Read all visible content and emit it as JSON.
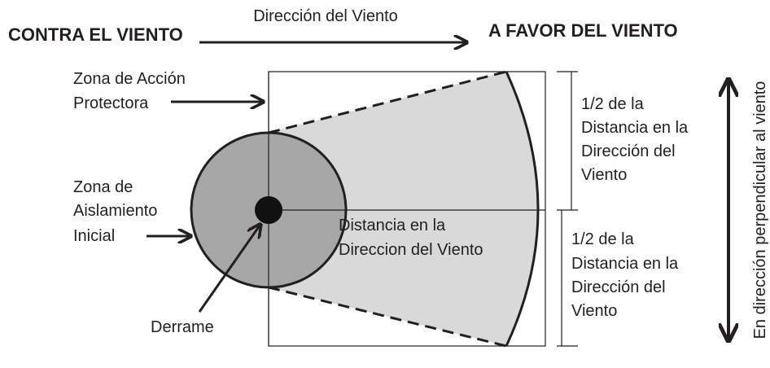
{
  "header": {
    "left": "CONTRA EL VIENTO",
    "center": "Dirección del Viento",
    "right": "A FAVOR DEL VIENTO"
  },
  "labels": {
    "protective_zone": [
      "Zona de Acción",
      "Protectora"
    ],
    "isolation_zone": [
      "Zona de",
      "Aislamiento",
      "Inicial"
    ],
    "spill": "Derrame",
    "downwind_distance": [
      "Distancia en la",
      "Direccion del Viento"
    ],
    "half_distance_top": [
      "1/2 de la",
      "Distancia en la",
      "Dirección del",
      "Viento"
    ],
    "half_distance_bottom": [
      "1/2 de la",
      "Distancia en la",
      "Dirección del",
      "Viento"
    ],
    "perpendicular": "En dirección perpendicular al viento"
  },
  "colors": {
    "protective_fill": "#d9d9d9",
    "isolation_fill": "#a7a7a7",
    "ink": "#231f20"
  }
}
